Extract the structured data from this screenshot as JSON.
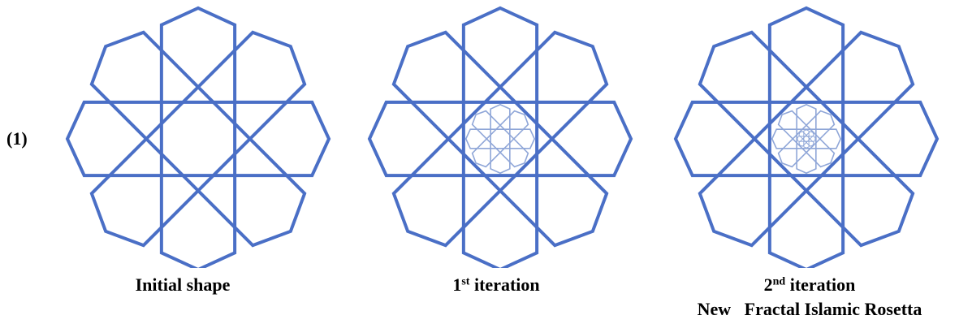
{
  "figure_number": "(1)",
  "panels": [
    {
      "caption": "Initial shape",
      "iterations": 0
    },
    {
      "caption_main": "1",
      "caption_sup": "st",
      "caption_rest": " iteration",
      "iterations": 1
    },
    {
      "caption_main": "2",
      "caption_sup": "nd",
      "caption_rest": " iteration",
      "iterations": 2
    }
  ],
  "subtitle": "New   Fractal Islamic Rosetta",
  "colors": {
    "outer_stroke": "#4a6fc6",
    "inner_stroke": "#8fa6d8",
    "background": "#ffffff"
  }
}
